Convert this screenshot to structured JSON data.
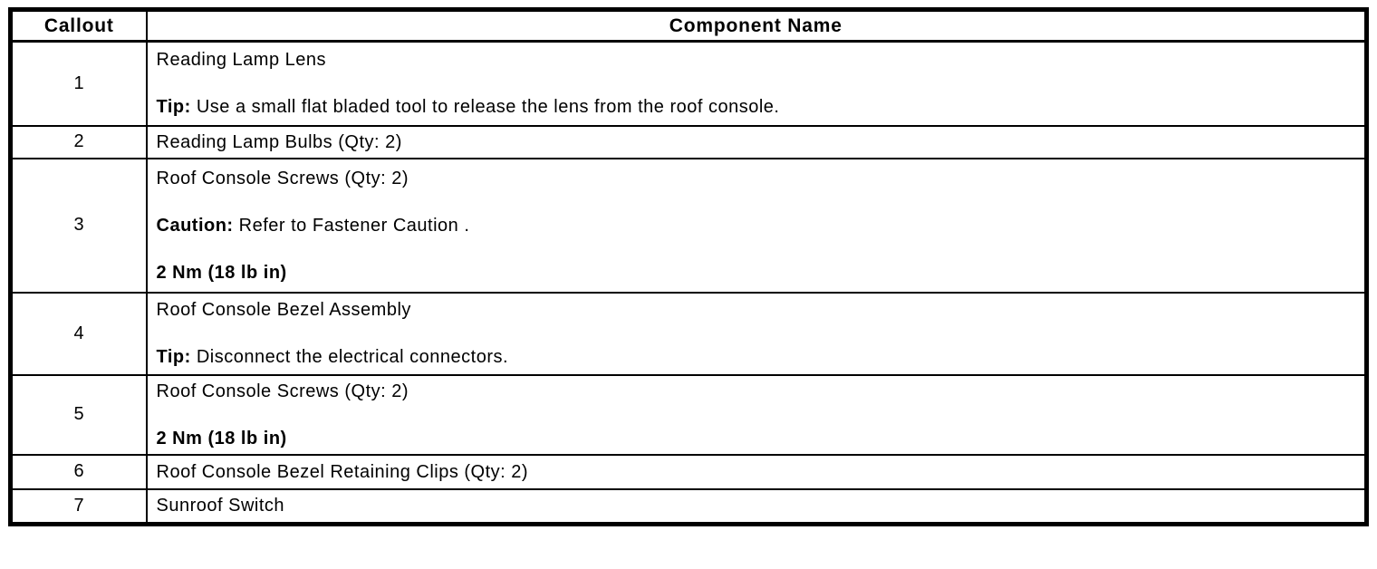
{
  "page": {
    "background_color": "#ffffff",
    "border_color": "#000000",
    "text_color": "#000000"
  },
  "table": {
    "headers": [
      {
        "label": "Callout"
      },
      {
        "label": "Component Name"
      }
    ],
    "rows": [
      {
        "callout": "1",
        "paragraphs": [
          {
            "bold": "",
            "text": "Reading Lamp Lens"
          },
          {
            "bold": "Tip:",
            "text": " Use a small flat bladed tool to release the lens from the roof console."
          }
        ]
      },
      {
        "callout": "2",
        "paragraphs": [
          {
            "bold": "",
            "text": "Reading Lamp Bulbs (Qty: 2)"
          }
        ]
      },
      {
        "callout": "3",
        "paragraphs": [
          {
            "bold": "",
            "text": "Roof Console Screws (Qty: 2)"
          },
          {
            "bold": "Caution:",
            "text": " Refer to Fastener Caution ."
          },
          {
            "bold": "2 Nm (18 lb in)",
            "text": ""
          }
        ]
      },
      {
        "callout": "4",
        "paragraphs": [
          {
            "bold": "",
            "text": "Roof Console Bezel Assembly"
          },
          {
            "bold": "Tip:",
            "text": " Disconnect the electrical connectors."
          }
        ]
      },
      {
        "callout": "5",
        "paragraphs": [
          {
            "bold": "",
            "text": "Roof Console Screws (Qty: 2)"
          },
          {
            "bold": "2 Nm (18 lb in)",
            "text": ""
          }
        ]
      },
      {
        "callout": "6",
        "paragraphs": [
          {
            "bold": "",
            "text": "Roof Console Bezel Retaining Clips (Qty: 2)"
          }
        ]
      },
      {
        "callout": "7",
        "paragraphs": [
          {
            "bold": "",
            "text": "Sunroof Switch"
          }
        ]
      }
    ]
  }
}
